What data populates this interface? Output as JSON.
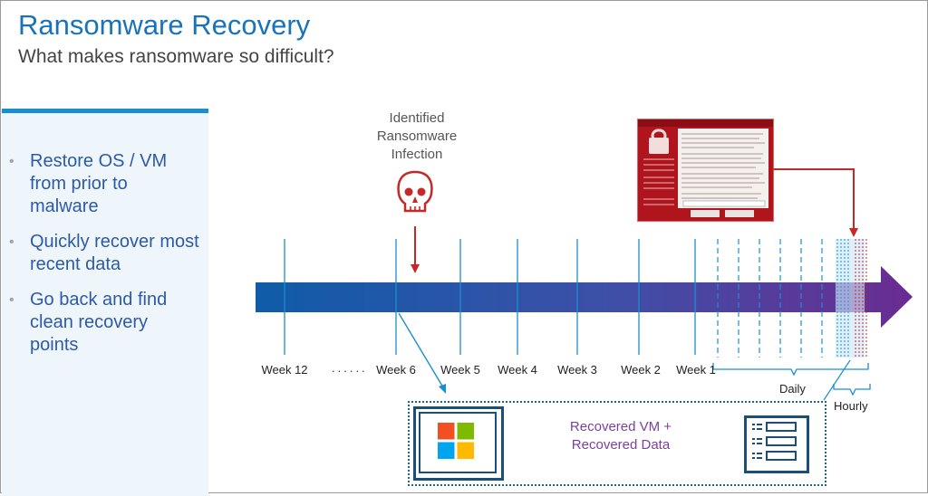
{
  "slide": {
    "title": "Ransomware Recovery",
    "subtitle": "What makes ransomware so difficult?"
  },
  "bullets": [
    "Restore OS / VM from prior to malware",
    "Quickly recover most recent data",
    "Go back and find clean recovery points"
  ],
  "infection": {
    "label_lines": [
      "Identified",
      "Ransomware",
      "Infection"
    ],
    "icon": "skull-icon"
  },
  "ransom_screen": {
    "icon": "ransom-note-screenshot"
  },
  "timeline": {
    "week_labels": [
      "Week 12",
      "......",
      "Week 6",
      "Week 5",
      "Week 4",
      "Week 3",
      "Week 2",
      "Week 1"
    ],
    "daily_label": "Daily",
    "hourly_label": "Hourly"
  },
  "recovered": {
    "text_lines": [
      "Recovered VM +",
      "Recovered Data"
    ],
    "left_icon": "windows-logo-icon",
    "right_icon": "data-document-icon"
  },
  "colors": {
    "title_blue": "#1a73b8",
    "bullet_text": "#2d5aa6",
    "arrow_start": "#0f5ca8",
    "arrow_end": "#6a2c91",
    "alert_red": "#c62828",
    "recovered_purple": "#7b3fa0"
  }
}
